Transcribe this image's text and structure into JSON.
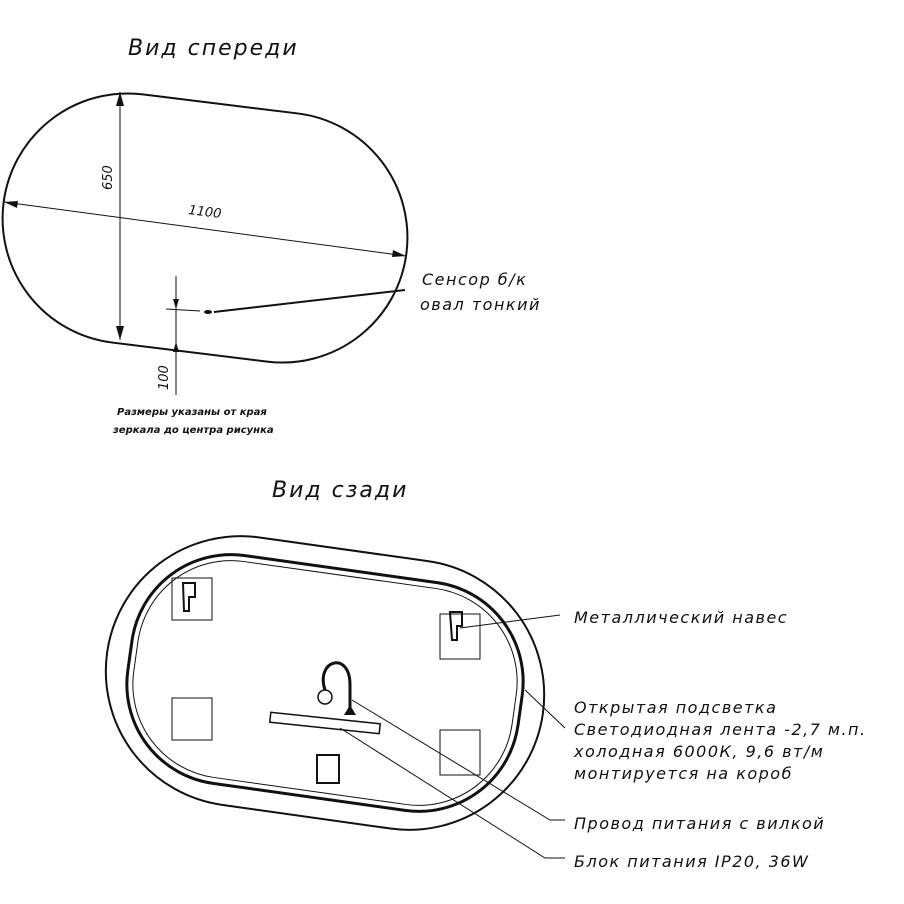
{
  "front_view": {
    "title": "Вид спереди",
    "dim_height": "650",
    "dim_width": "1100",
    "dim_sensor": "100",
    "sensor_label_1": "Сенсор б/к",
    "sensor_label_2": "овал тонкий",
    "note_1": "Размеры указаны от края",
    "note_2": "зеркала до центра рисунка"
  },
  "back_view": {
    "title": "Вид сзади",
    "labels": {
      "hanger": "Металлический навес",
      "light_1": "Открытая подсветка",
      "light_2": "Светодиодная лента -2,7 м.п.",
      "light_3": "холодная 6000К, 9,6 вт/м",
      "light_4": "монтируется на короб",
      "cable": "Провод питания с вилкой",
      "psu": "Блок питания IP20, 36W"
    }
  }
}
